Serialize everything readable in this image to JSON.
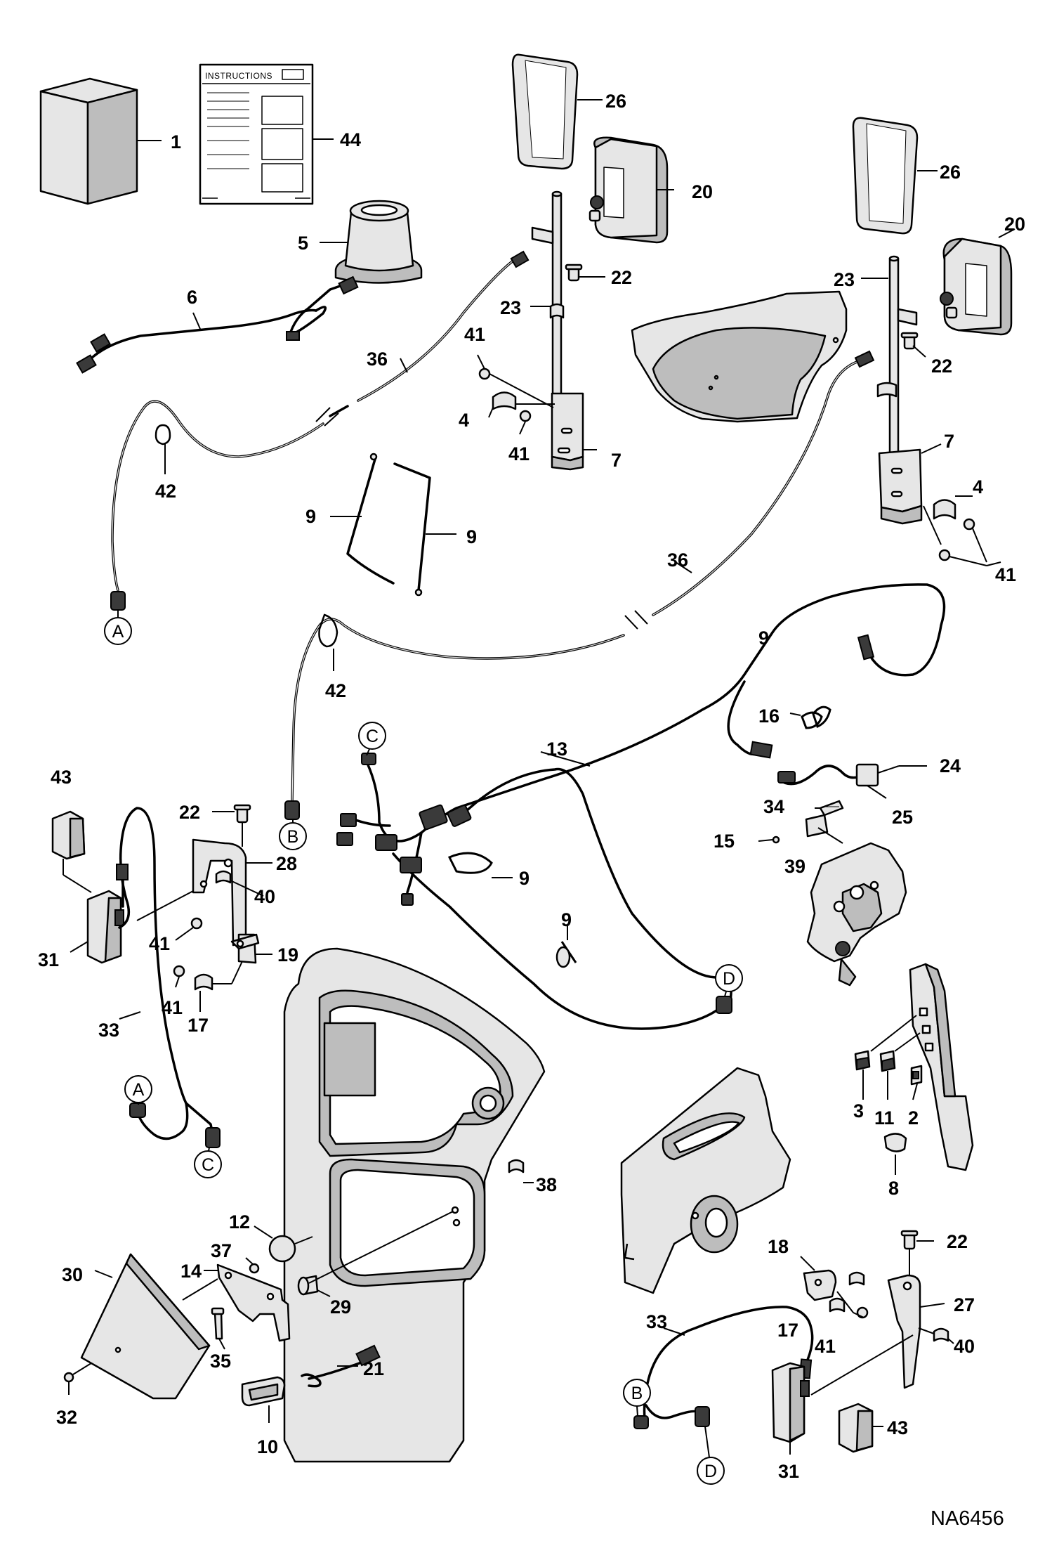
{
  "document_id": "NA6456",
  "instructions_sheet": {
    "title": "INSTRUCTIONS"
  },
  "callouts": {
    "c1": "1",
    "c44": "44",
    "c5": "5",
    "c6": "6",
    "c26a": "26",
    "c20a": "20",
    "c22a": "22",
    "c23a": "23",
    "c41a": "41",
    "c4a": "4",
    "c41b": "41",
    "c7a": "7",
    "c36a": "36",
    "c42a": "42",
    "c9a": "9",
    "c9b": "9",
    "c26b": "26",
    "c20b": "20",
    "c23b": "23",
    "c22b": "22",
    "c7b": "7",
    "c4b": "4",
    "c41c": "41",
    "c36b": "36",
    "c42b": "42",
    "c9c": "9",
    "c16": "16",
    "c13": "13",
    "c24": "24",
    "c34": "34",
    "c25": "25",
    "c15": "15",
    "c39": "39",
    "c9d": "9",
    "c9e": "9",
    "c43a": "43",
    "c22c": "22",
    "c28": "28",
    "c40a": "40",
    "c41d": "41",
    "c19": "19",
    "c31a": "31",
    "c41e": "41",
    "c17a": "17",
    "c33a": "33",
    "c3": "3",
    "c11": "11",
    "c2": "2",
    "c8": "8",
    "c38": "38",
    "c12": "12",
    "c37": "37",
    "c30": "30",
    "c14": "14",
    "c29": "29",
    "c35": "35",
    "c21": "21",
    "c32": "32",
    "c10": "10",
    "c22d": "22",
    "c18": "18",
    "c27": "27",
    "c33b": "33",
    "c17b": "17",
    "c41f": "41",
    "c40b": "40",
    "c31b": "31",
    "c43b": "43"
  },
  "connectors": {
    "a1": "A",
    "b1": "B",
    "c1": "C",
    "d1": "D",
    "a2": "A",
    "c2": "C",
    "b2": "B",
    "d2": "D"
  }
}
